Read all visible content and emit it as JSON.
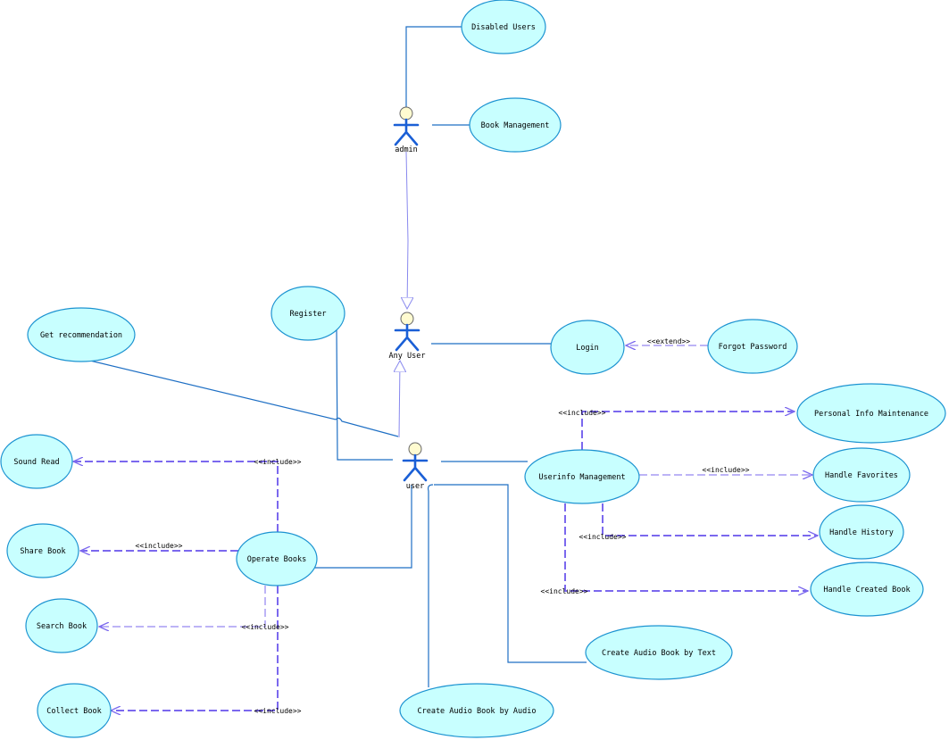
{
  "actors": {
    "admin": "admin",
    "any_user": "Any User",
    "user": "user"
  },
  "use_cases": {
    "disabled_users": "Disabled Users",
    "book_management": "Book Management",
    "register": "Register",
    "get_recommendation": "Get recommendation",
    "login": "Login",
    "forgot_password": "Forgot Password",
    "personal_info": "Personal Info Maintenance",
    "userinfo_management": "Userinfo Management",
    "handle_favorites": "Handle Favorites",
    "handle_history": "Handle History",
    "handle_created_book": "Handle Created Book",
    "create_audio_text": "Create Audio Book by Text",
    "create_audio_audio": "Create Audio Book by Audio",
    "operate_books": "Operate Books",
    "sound_read": "Sound Read",
    "share_book": "Share Book",
    "search_book": "Search Book",
    "collect_book": "Collect Book"
  },
  "stereotypes": {
    "extend": "<<extend>>",
    "include": "<<include>>"
  },
  "colors": {
    "use_case_fill": "#c8ffff",
    "use_case_stroke": "#1c93d1",
    "association": "#1e6fc4",
    "dependency": "#7b68ee",
    "actor": "#1a5fd6"
  }
}
